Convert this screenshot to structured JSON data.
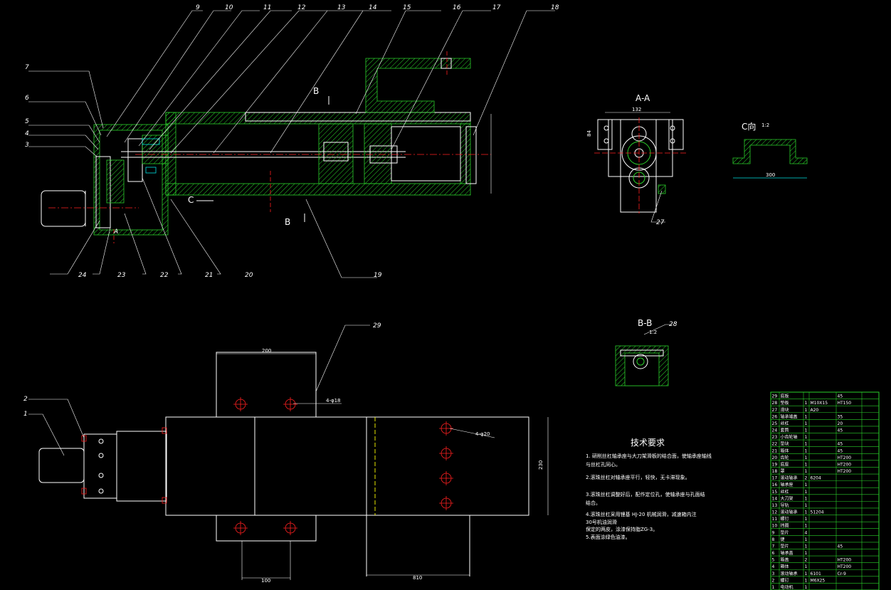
{
  "main_view": {
    "callouts": [
      "9",
      "10",
      "11",
      "12",
      "13",
      "14",
      "15",
      "16",
      "17",
      "18",
      "7",
      "6",
      "5",
      "4",
      "3",
      "24",
      "23",
      "22",
      "21",
      "20",
      "19"
    ],
    "section_marks": {
      "b_top": "B",
      "b_bottom": "B",
      "c_view": "C",
      "arrow_a": "A"
    }
  },
  "aa_view": {
    "title": "A-A",
    "width_dim": "132",
    "height_dim": "84",
    "callout": "27"
  },
  "c_view": {
    "title": "C向",
    "scale": "1:2",
    "dim": "300"
  },
  "bb_view": {
    "title": "B-B",
    "scale": "1:2",
    "callout": "28"
  },
  "plan_view": {
    "callouts": [
      "29",
      "2",
      "1"
    ],
    "dims": {
      "top_width": "200",
      "holes_top": "4-φ18",
      "holes_right": "4-φ20",
      "height": "230",
      "bottom_left": "100",
      "bottom_right": "810"
    }
  },
  "tech_requirements": {
    "title": "技术要求",
    "items": [
      "1. 研削丝杠轴承座与大刀架滑板的结合面，使轴承座轴线",
      "   与丝杠孔同心。",
      "2.滚珠丝杠对轴承座平行，轻快，无卡滞现象。",
      "3.滚珠丝杠调整好后，配作定位孔，使轴承座与孔面结",
      "  结合。",
      "4.滚珠丝杠采用锂基 HJ-20 机械润滑，减速箱内注",
      "  30号机油润滑",
      "   保定的两皮，涂漆保持脂ZG-3。",
      "5.表面涂绿色油漆。"
    ]
  },
  "bom": {
    "rows": [
      [
        "29",
        "底板",
        "",
        "",
        "45",
        ""
      ],
      [
        "28",
        "垫板",
        "1",
        "M10X15",
        "HT150",
        ""
      ],
      [
        "27",
        "滑块",
        "1",
        "A20",
        "",
        ""
      ],
      [
        "26",
        "轴承端盖",
        "1",
        "",
        "35",
        ""
      ],
      [
        "25",
        "丝杠",
        "1",
        "",
        "20",
        ""
      ],
      [
        "24",
        "套筒",
        "1",
        "",
        "45",
        ""
      ],
      [
        "23",
        "小齿轮轴",
        "1",
        "",
        "",
        ""
      ],
      [
        "22",
        "垫块",
        "1",
        "",
        "45",
        ""
      ],
      [
        "21",
        "箱体",
        "1",
        "",
        "45",
        ""
      ],
      [
        "20",
        "齿轮",
        "1",
        "",
        "HT200",
        ""
      ],
      [
        "19",
        "底座",
        "1",
        "",
        "HT200",
        ""
      ],
      [
        "18",
        "罩",
        "1",
        "",
        "HT200",
        ""
      ],
      [
        "17",
        "滚动轴承",
        "2",
        "6204",
        "",
        ""
      ],
      [
        "16",
        "轴承座",
        "1",
        "",
        "",
        ""
      ],
      [
        "15",
        "丝杠",
        "1",
        "",
        "",
        ""
      ],
      [
        "14",
        "大刀架",
        "1",
        "",
        "",
        ""
      ],
      [
        "13",
        "导轨",
        "1",
        "",
        "",
        ""
      ],
      [
        "12",
        "滚动轴承",
        "1",
        "51204",
        "",
        ""
      ],
      [
        "11",
        "螺钉",
        "1",
        "",
        "",
        ""
      ],
      [
        "10",
        "挡圈",
        "1",
        "",
        "",
        ""
      ],
      [
        "9",
        "垫片",
        "4",
        "",
        "",
        ""
      ],
      [
        "8",
        "键",
        "1",
        "",
        "",
        ""
      ],
      [
        "7",
        "垫片",
        "1",
        "",
        "45",
        ""
      ],
      [
        "6",
        "轴承盖",
        "1",
        "",
        "",
        ""
      ],
      [
        "5",
        "箱盖",
        "2",
        "",
        "HT200",
        ""
      ],
      [
        "4",
        "箱体",
        "1",
        "",
        "HT200",
        ""
      ],
      [
        "3",
        "滚动轴承",
        "1",
        "6101",
        "Cr-9",
        ""
      ],
      [
        "2",
        "螺钉",
        "1",
        "M6X25",
        "",
        ""
      ],
      [
        "1",
        "电动机",
        "1",
        "",
        "",
        ""
      ]
    ]
  }
}
